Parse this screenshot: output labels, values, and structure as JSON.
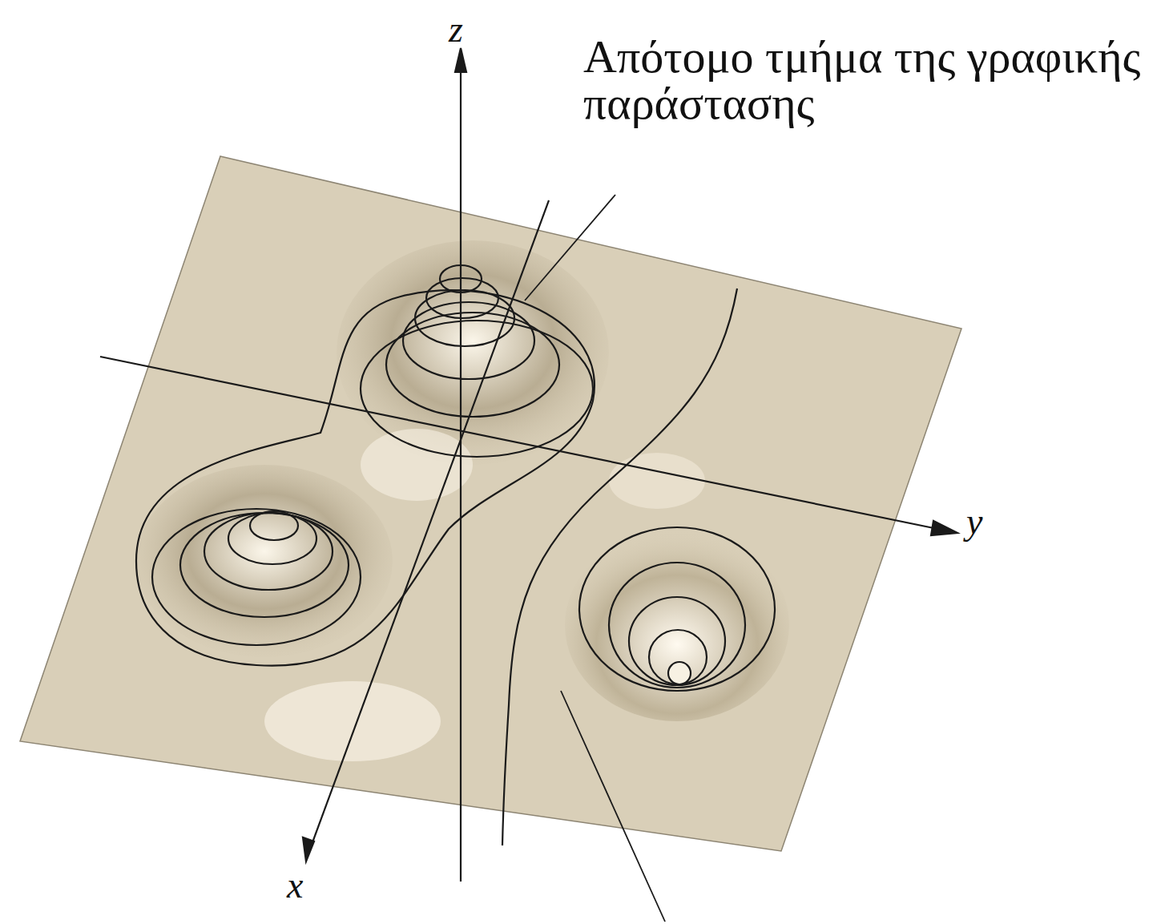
{
  "diagram": {
    "labels": [
      "z",
      "Απότομο τμήμα της γραφικής παράστασης",
      "y",
      "x"
    ]
  }
}
